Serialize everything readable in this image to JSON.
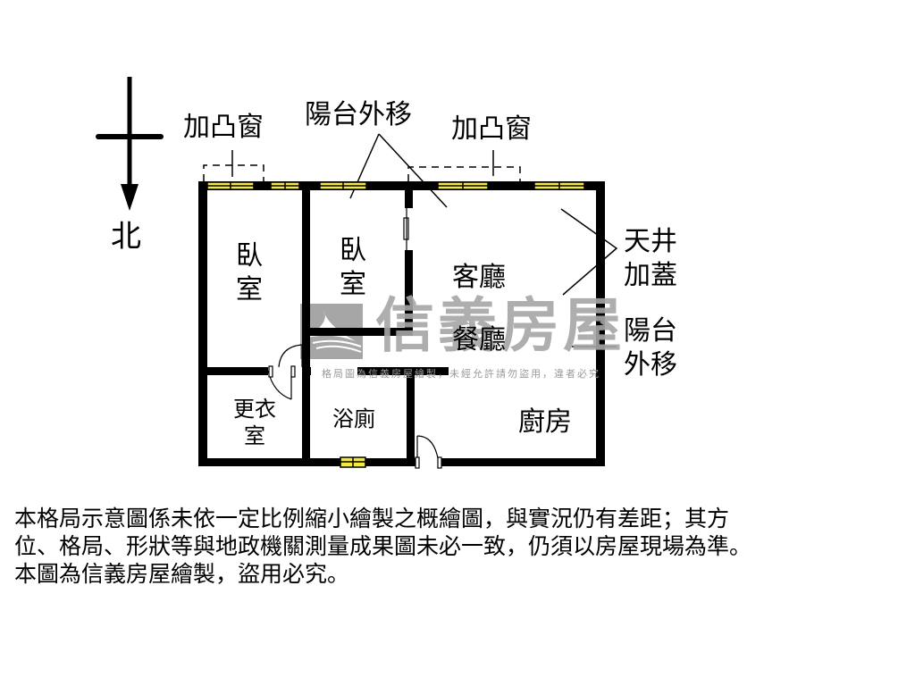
{
  "compass": {
    "label": "北",
    "icon": "north-arrow-icon",
    "direction": "down"
  },
  "annotations": {
    "bay_window_left": "加凸窗",
    "bay_window_right": "加凸窗",
    "balcony_moved_top": "陽台外移",
    "light_well_covered": [
      "天井",
      "加蓋"
    ],
    "balcony_moved_right": [
      "陽台",
      "外移"
    ]
  },
  "rooms": {
    "bedroom_1": [
      "臥",
      "室"
    ],
    "bedroom_2": [
      "臥",
      "室"
    ],
    "living_room": "客廳",
    "dining_room": "餐廳",
    "dressing_room": [
      "更衣",
      "室"
    ],
    "bathroom": "浴廁",
    "kitchen": "廚房"
  },
  "watermark": {
    "brand": "信義房屋",
    "notice": "格局圖為信義房屋繪製，未經允許請勿盜用，違者必究",
    "logo_icon": "sinyi-logo-icon"
  },
  "disclaimer": {
    "lines": [
      "本格局示意圖係未依一定比例縮小繪製之概繪圖，與實況仍有差距；其方",
      "位、格局、形狀等與地政機關測量成果圖未必一致，仍須以房屋現場為準。",
      "本圖為信義房屋繪製，盜用必究。"
    ]
  },
  "colors": {
    "wall": "#000000",
    "window_fill": "#f5e93a",
    "watermark_gray": "#a6a6a6",
    "background": "#ffffff"
  }
}
